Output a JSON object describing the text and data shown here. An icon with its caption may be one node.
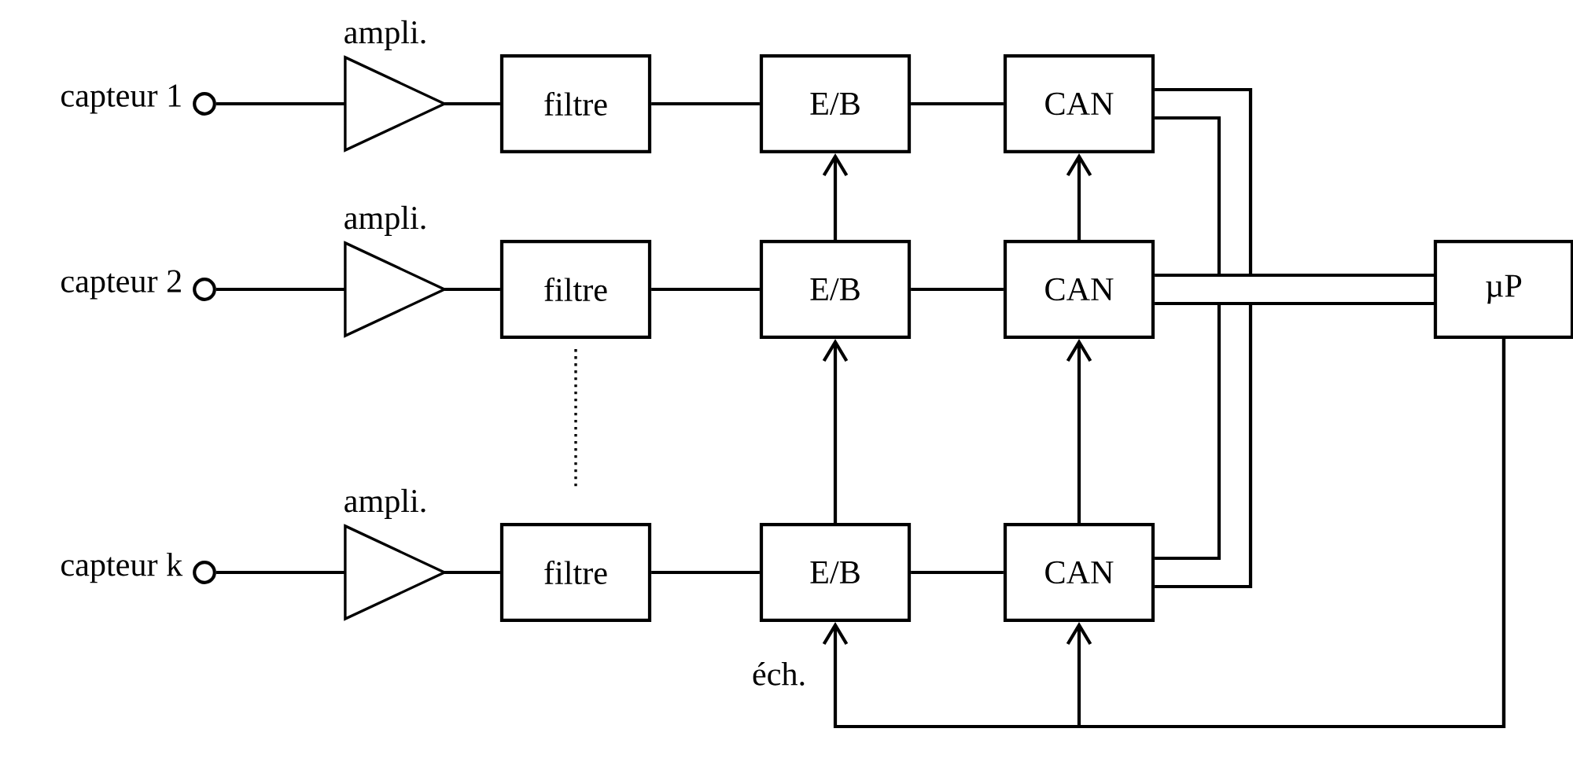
{
  "diagram": {
    "nodes": [
      {
        "text": [],
        "shape": "circle",
        "beside": [
          "capteur 1"
        ]
      },
      {
        "text": [
          "ampli."
        ]
      },
      {
        "text": [
          "filtre"
        ]
      },
      {
        "text": [
          "E/B"
        ]
      },
      {
        "text": [
          "CAN"
        ]
      },
      {
        "text": [],
        "shape": "circle",
        "beside": [
          "capteur 2"
        ]
      },
      {
        "text": [
          "ampli."
        ]
      },
      {
        "text": [
          "filtre"
        ]
      },
      {
        "text": [
          "E/B"
        ]
      },
      {
        "text": [
          "CAN"
        ]
      },
      {
        "text": [],
        "shape": "circle",
        "beside": [
          "capteur k"
        ]
      },
      {
        "text": [
          "ampli."
        ]
      },
      {
        "text": [
          "filtre"
        ]
      },
      {
        "text": [
          "E/B"
        ]
      },
      {
        "text": [
          "CAN"
        ]
      },
      {
        "text": [
          "µP"
        ]
      }
    ],
    "edges": [
      {
        "from": 0,
        "to": 1,
        "arrow": "none"
      },
      {
        "from": 1,
        "to": 2,
        "arrow": "none"
      },
      {
        "from": 2,
        "to": 3,
        "arrow": "none"
      },
      {
        "from": 3,
        "to": 4,
        "arrow": "none"
      },
      {
        "from": 5,
        "to": 6,
        "arrow": "none"
      },
      {
        "from": 6,
        "to": 7,
        "arrow": "none"
      },
      {
        "from": 7,
        "to": 8,
        "arrow": "none"
      },
      {
        "from": 8,
        "to": 9,
        "arrow": "none"
      },
      {
        "from": 10,
        "to": 11,
        "arrow": "none"
      },
      {
        "from": 11,
        "to": 12,
        "arrow": "none"
      },
      {
        "from": 12,
        "to": 13,
        "arrow": "none"
      },
      {
        "from": 13,
        "to": 14,
        "arrow": "none"
      },
      {
        "from": 8,
        "to": 3,
        "arrow": "to"
      },
      {
        "from": 13,
        "to": 8,
        "arrow": "to"
      },
      {
        "from": 9,
        "to": 4,
        "arrow": "to"
      },
      {
        "from": 14,
        "to": 9,
        "arrow": "to"
      },
      {
        "from": 4,
        "to": 15,
        "arrow": "none"
      },
      {
        "from": 4,
        "to": 15,
        "arrow": "none"
      },
      {
        "from": 9,
        "to": 15,
        "arrow": "none"
      },
      {
        "from": 9,
        "to": 15,
        "arrow": "none"
      },
      {
        "from": 14,
        "to": 15,
        "arrow": "none"
      },
      {
        "from": 14,
        "to": 15,
        "arrow": "none"
      },
      {
        "from": 15,
        "to": 13,
        "arrow": "to",
        "label": "éch."
      },
      {
        "from": 15,
        "to": 14,
        "arrow": "to"
      }
    ]
  }
}
